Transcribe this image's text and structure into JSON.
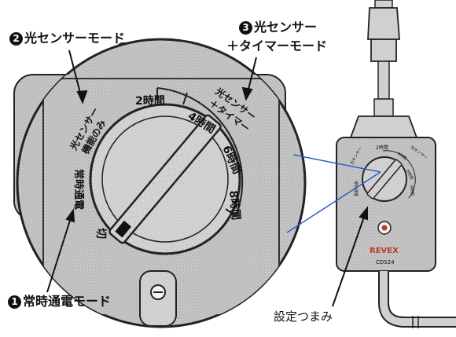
{
  "callouts": {
    "mode1": {
      "num": "1",
      "text": "常時通電モード"
    },
    "mode2": {
      "num": "2",
      "text": "光センサーモード"
    },
    "mode3": {
      "num": "3",
      "line1": "光センサー",
      "line2": "＋タイマーモード"
    },
    "knob": "設定つまみ"
  },
  "dial": {
    "t2": "2時間",
    "t4": "4時間",
    "t6": "6時間",
    "t8": "8時間",
    "sensor_timer_1": "光センサー",
    "sensor_timer_2": "＋タイマー",
    "sensor_only_1": "光センサー",
    "sensor_only_2": "機能のみ",
    "always_on": "常時通電",
    "off": "切"
  },
  "device": {
    "brand": "REVEX",
    "model": "CDS24"
  }
}
